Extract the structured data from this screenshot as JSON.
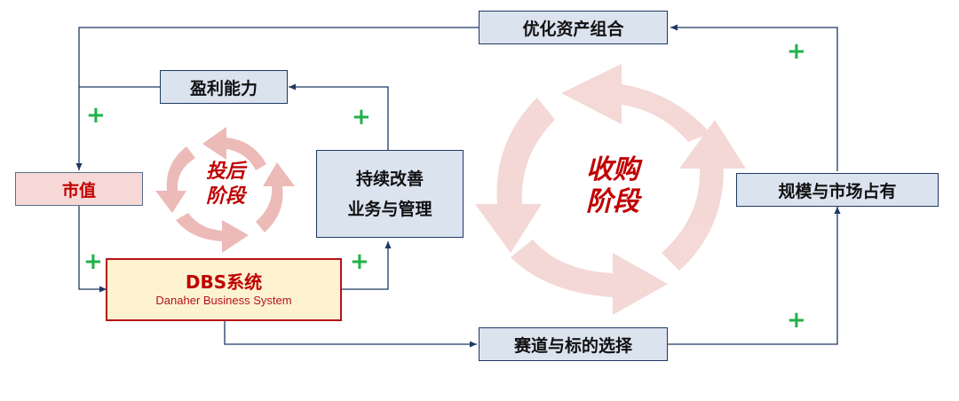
{
  "boxes": {
    "optimize_portfolio": "优化资产组合",
    "profitability": "盈利能力",
    "market_value": "市值",
    "continuous_improvement_line1": "持续改善",
    "continuous_improvement_line2": "业务与管理",
    "scale_market_share": "规模与市场占有",
    "dbs_title": "DBS系统",
    "dbs_subtitle": "Danaher Business System",
    "track_target_selection": "赛道与标的选择"
  },
  "stages": {
    "post_investment_line1": "投后",
    "post_investment_line2": "阶段",
    "acquisition_line1": "收购",
    "acquisition_line2": "阶段"
  },
  "plus_sign": "+",
  "colors": {
    "arrow_line": "#1f3864",
    "cycle_arrows": "#f0c7c5",
    "stage_text": "#c00000",
    "plus": "#22b14c"
  }
}
